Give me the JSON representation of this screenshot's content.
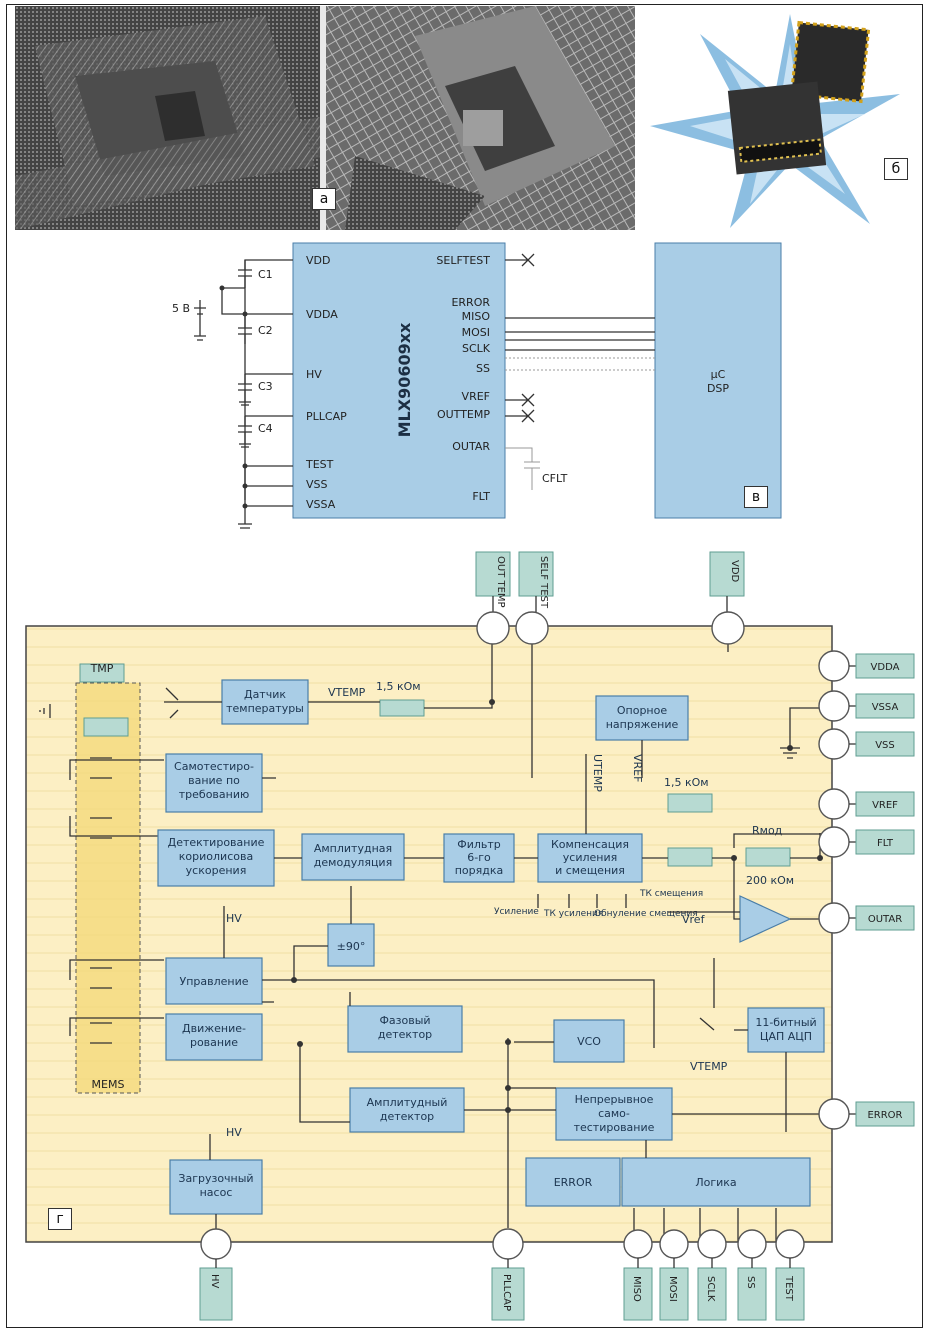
{
  "panels": {
    "a": "а",
    "b": "б",
    "v": "в",
    "g": "г"
  },
  "schematic": {
    "chip": "MLX90609xx",
    "left_pins": [
      "VDD",
      "VDDA",
      "HV",
      "PLLCAP",
      "TEST",
      "VSS",
      "VSSA"
    ],
    "right_pins": [
      "SELFTEST",
      "ERROR",
      "MISO",
      "MOSI",
      "SCLK",
      "SS",
      "VREF",
      "OUTTEMP",
      "OUTAR",
      "FLT"
    ],
    "caps": [
      "C1",
      "C2",
      "C3",
      "C4"
    ],
    "supply": "5 B",
    "cflt": "CFLT",
    "mcu_line1": "µC",
    "mcu_line2": "DSP"
  },
  "block": {
    "top_pins": [
      "OUT TEMP",
      "SELF TEST",
      "VDD"
    ],
    "right_pins": [
      "VDDA",
      "VSSA",
      "VSS",
      "VREF",
      "FLT",
      "OUTAR",
      "ERROR"
    ],
    "bottom_pins": [
      "HV",
      "PLLCAP",
      "MISO",
      "MOSI",
      "SCLK",
      "SS",
      "TEST"
    ],
    "tmp": "TMP",
    "mems": "MEMS",
    "vtemp": "VTEMP",
    "r1": "1,5 кОм",
    "r2": "1,5 кОм",
    "r3": "200 кОм",
    "rmod": "Rмод",
    "vtemp_bottom": "VTEMP",
    "utemp": "UTEMP",
    "vref_lbl": "VREF",
    "vref_pin": "Vref",
    "hv1": "HV",
    "hv2": "HV",
    "phase": "±90°",
    "comp_labels": [
      "Усиление",
      "ТК усиления",
      "Обнуление смещения",
      "ТК смещения"
    ],
    "blocks": {
      "temp_sensor": [
        "Датчик",
        "температуры"
      ],
      "ref": [
        "Опорное",
        "напряжение"
      ],
      "selftest": [
        "Самотестиро-",
        "вание по",
        "требованию"
      ],
      "coriolis": [
        "Детектирование",
        "кориолисова",
        "ускорения"
      ],
      "demod": [
        "Амплитудная",
        "демодуляция"
      ],
      "filter": [
        "Фильтр",
        "6-го",
        "порядка"
      ],
      "comp": [
        "Компенсация",
        "усиления",
        "и смещения"
      ],
      "control": [
        "Управление"
      ],
      "drive": [
        "Движение-",
        "рование"
      ],
      "phase_det": [
        "Фазовый",
        "детектор"
      ],
      "vco": [
        "VCO"
      ],
      "amp_det": [
        "Амплитудный",
        "детектор"
      ],
      "cont_test": [
        "Непрерывное",
        "само-",
        "тестирование"
      ],
      "adc": [
        "11-битный",
        "ЦАП АЦП"
      ],
      "charge": [
        "Загрузочный",
        "насос"
      ],
      "error": [
        "ERROR"
      ],
      "logic": [
        "Логика"
      ]
    }
  }
}
